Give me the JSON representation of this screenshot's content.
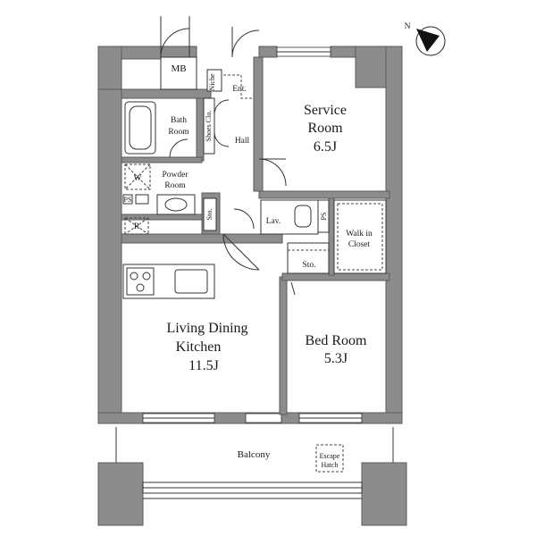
{
  "rooms": {
    "mb": "MB",
    "niche": "Niche",
    "entrance": "Ent.",
    "shoes_closet": "Shoes Clo.",
    "hall": "Hall",
    "bath_room": [
      "Bath",
      "Room"
    ],
    "powder_room": [
      "Powder",
      "Room"
    ],
    "washer": "W",
    "refrigerator": "R",
    "ps_left": "PS",
    "storage_hall": "Sto.",
    "lavatory": "Lav.",
    "ps_right": "PS",
    "walk_in_closet": [
      "Walk in",
      "Closet"
    ],
    "storage_bed": "Sto.",
    "service_room": [
      "Service",
      "Room",
      "6.5J"
    ],
    "ldk": [
      "Living Dining",
      "Kitchen",
      "11.5J"
    ],
    "bed_room": [
      "Bed Room",
      "5.3J"
    ],
    "balcony": "Balcony",
    "escape_hatch": [
      "Escape",
      "Hatch"
    ]
  },
  "compass": {
    "label": "N"
  }
}
